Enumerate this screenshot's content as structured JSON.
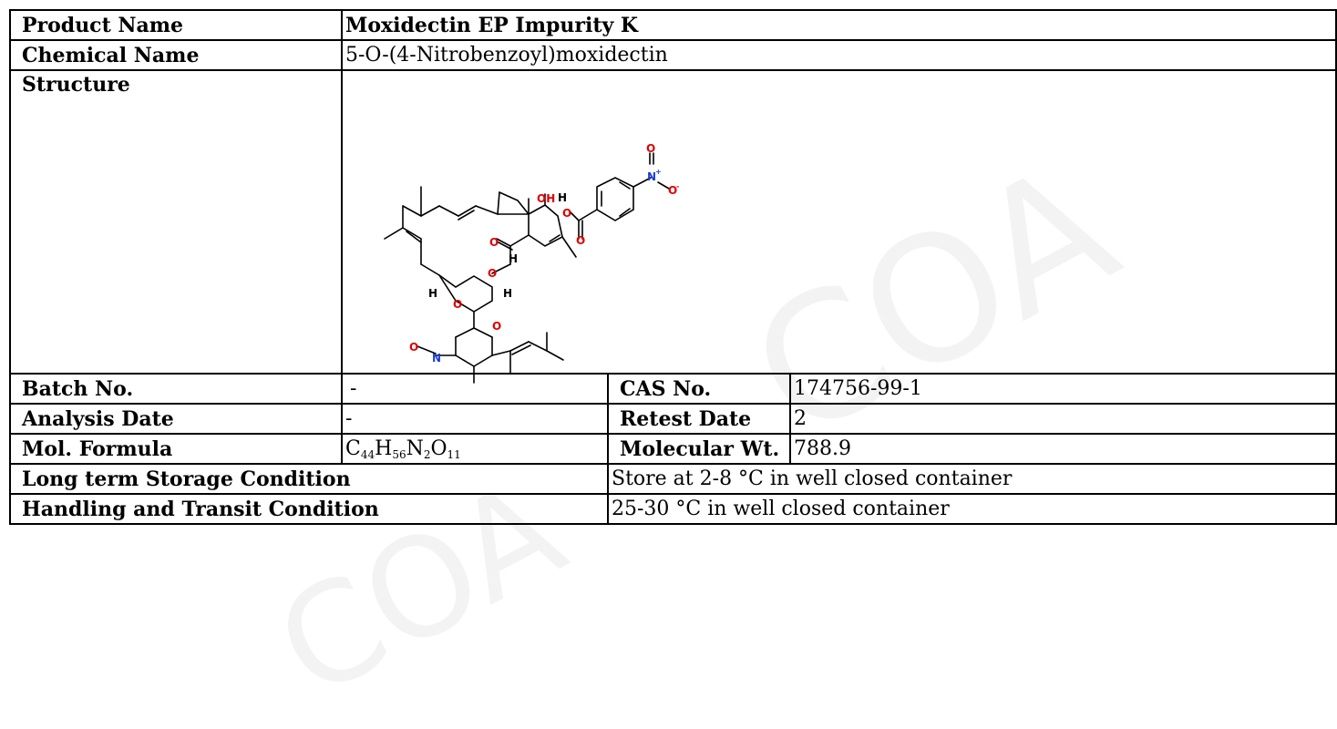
{
  "product_name": {
    "label": "Product Name",
    "value": "Moxidectin EP Impurity K"
  },
  "chemical_name": {
    "label": "Chemical Name",
    "value": "5-O-(4-Nitrobenzoyl)moxidectin"
  },
  "structure": {
    "label": "Structure",
    "atoms": {
      "oh": "OH",
      "h": "H",
      "o": "O",
      "n": "N",
      "nplus": "N",
      "plus": "+",
      "ominus": "O",
      "minus": "-"
    }
  },
  "batch_no": {
    "label": "Batch No.",
    "value": "-"
  },
  "cas_no": {
    "label": "CAS No.",
    "value": "174756-99-1"
  },
  "analysis_date": {
    "label": "Analysis Date",
    "value": "-"
  },
  "retest_date": {
    "label": "Retest Date",
    "value": "2"
  },
  "mol_formula": {
    "label": "Mol. Formula",
    "parts": [
      "C",
      "44",
      "H",
      "56",
      "N",
      "2",
      "O",
      "11"
    ]
  },
  "molecular_wt": {
    "label": "Molecular Wt.",
    "value": "788.9"
  },
  "long_term_storage": {
    "label": "Long term Storage Condition",
    "value": "Store at 2-8 °C in well closed container"
  },
  "handling_transit": {
    "label": "Handling and Transit Condition",
    "value": "25-30 °C in well closed container"
  },
  "colors": {
    "text": "#000000",
    "oxygen": "#e00000",
    "nitrogen": "#1c3fd6",
    "border": "#000000"
  }
}
